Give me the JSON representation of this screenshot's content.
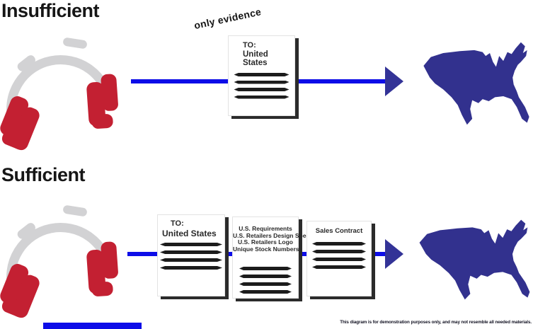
{
  "sections": {
    "insufficient": {
      "title": "Insufficient",
      "annotation": "only evidence",
      "shipping_label": {
        "to_label": "TO:",
        "recipient": "United States"
      }
    },
    "sufficient": {
      "title": "Sufficient",
      "shipping_label": {
        "to_label": "TO:",
        "recipient": "United States"
      },
      "requirements_doc": {
        "lines": [
          "U.S. Requirements",
          "U.S. Retailers Design Specs.",
          "U.S. Retailers Logo",
          "Unique Stock Numbers"
        ]
      },
      "contract_doc": {
        "title": "Sales Contract"
      }
    }
  },
  "footnote": "This diagram is for demonstration purposes only, and may not resemble all needed materials.",
  "icons": {
    "headphones": "headphones-icon",
    "usa_map": "usa-map-icon",
    "arrow": "flow-arrow"
  },
  "colors": {
    "arrow_line": "#0d0de8",
    "arrow_head": "#333397",
    "map_fill": "#32318e",
    "headphone_band": "#d2d2d4",
    "headphone_cups": "#c32032",
    "ink": "#1c1c1c",
    "title": "#161616",
    "doc_shadow": "#2b2b2b"
  }
}
